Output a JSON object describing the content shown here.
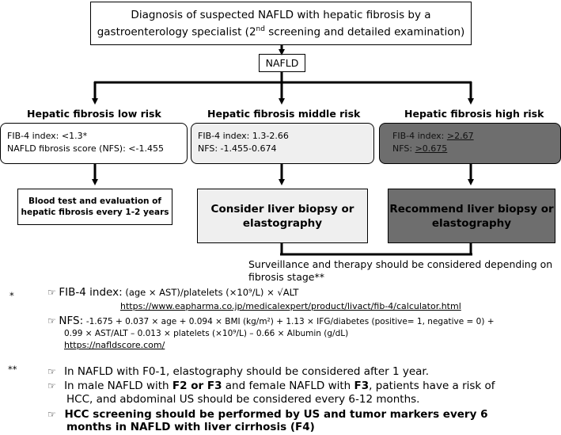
{
  "title": {
    "line1": "Diagnosis of suspected NAFLD with hepatic fibrosis by a",
    "line2_pre": "gastroenterology specialist (2",
    "line2_sup": "nd",
    "line2_post": " screening and detailed examination)"
  },
  "root_label": "NAFLD",
  "risks": {
    "low": {
      "heading": "Hepatic fibrosis low risk",
      "crit1": "FIB-4 index: <1.3*",
      "crit2": "NAFLD fibrosis score (NFS): <-1.455",
      "action_line1": "Blood test and evaluation of",
      "action_line2": "hepatic fibrosis every 1-2 years"
    },
    "middle": {
      "heading": "Hepatic fibrosis middle risk",
      "crit1": "FIB-4 index: 1.3-2.66",
      "crit2": "NFS: -1.455-0.674",
      "action_line1": "Consider liver biopsy or",
      "action_line2": "elastography"
    },
    "high": {
      "heading": "Hepatic fibrosis high risk",
      "crit1_pre": "FIB-4 index: ",
      "crit1_val": ">2.67",
      "crit2_pre": "NFS: ",
      "crit2_val": ">0.675",
      "action_line1": "Recommend liver biopsy or",
      "action_line2": "elastography"
    }
  },
  "surveillance": {
    "line1": "Surveillance and therapy should be considered depending on",
    "line2": "fibrosis stage**"
  },
  "notes": {
    "star": "*",
    "fib4_label": "FIB-4 index:",
    "fib4_formula": "(age × AST)/platelets (×10⁹/L) ×   √ALT",
    "fib4_link": "https://www.eapharma.co.jp/medicalexpert/product/livact/fib-4/calculator.html",
    "nfs_label": "NFS:",
    "nfs_formula1": "-1.675 + 0.037 × age + 0.094 × BMI (kg/m²) + 1.13 × IFG/diabetes (positive= 1, negative = 0) +",
    "nfs_formula2": "0.99 × AST/ALT – 0.013 × platelets (×10⁹/L) – 0.66 × Albumin (g/dL)",
    "nfs_link": "https://nafldscore.com/",
    "dstar": "**",
    "bullet1": "In NAFLD with F0-1, elastography should be considered after 1 year.",
    "bullet2_a": "In male NAFLD with ",
    "bullet2_b": "F2 or F3",
    "bullet2_c": " and female NAFLD with ",
    "bullet2_d": "F3",
    "bullet2_e": ", patients have a risk of",
    "bullet2_line2": "HCC, and abdominal US should be considered every 6-12 months.",
    "bullet3_line1": "HCC screening should be performed by US and tumor markers every 6",
    "bullet3_line2": "months in NAFLD with liver cirrhosis (F4)",
    "hand_icon": "pointing-hand-icon"
  },
  "colors": {
    "middle_fill": "#efefef",
    "high_fill": "#6e6e6e",
    "low_fill": "#ffffff"
  }
}
